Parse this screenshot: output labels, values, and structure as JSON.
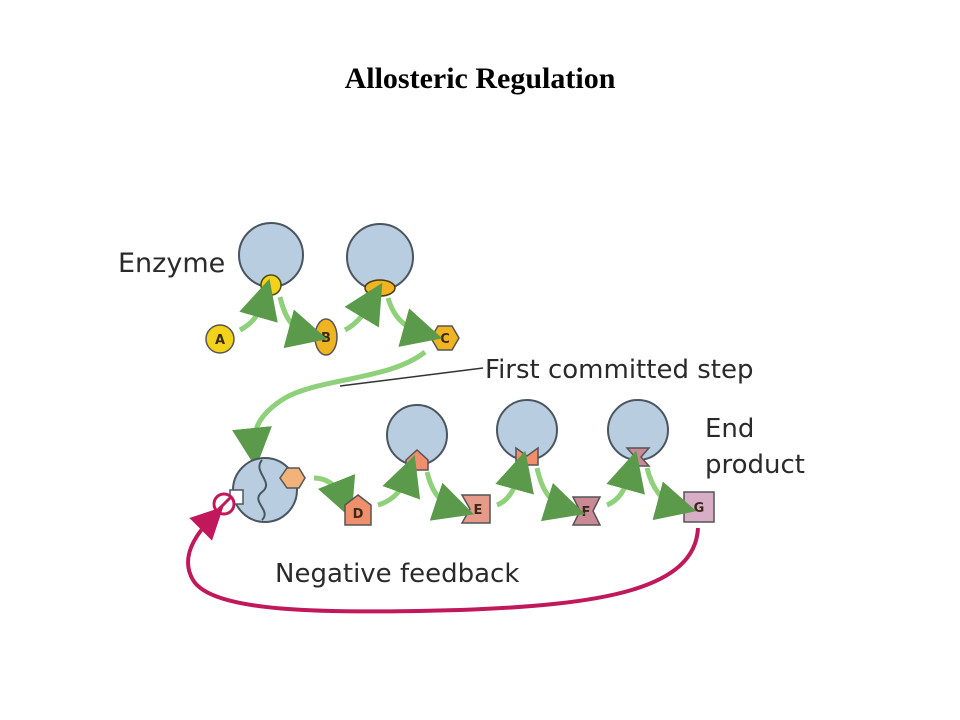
{
  "title": "Allosteric Regulation",
  "labels": {
    "enzyme": "Enzyme",
    "first_committed_step": "First committed step",
    "end_product_line1": "End",
    "end_product_line2": "product",
    "negative_feedback": "Negative feedback"
  },
  "molecules": [
    "A",
    "B",
    "C",
    "D",
    "E",
    "F",
    "G"
  ],
  "colors": {
    "enzyme_body": "#b9cde0",
    "enzyme_outline": "#4a5560",
    "yellow": "#f2d21b",
    "orange": "#f0b422",
    "light_orange": "#f3b27a",
    "salmon": "#ef8f6c",
    "pink": "#e59a8a",
    "mauve": "#c98a96",
    "lilac": "#d7aec6",
    "green_arrow": "#8fd07a",
    "feedback_red": "#c0185a"
  }
}
